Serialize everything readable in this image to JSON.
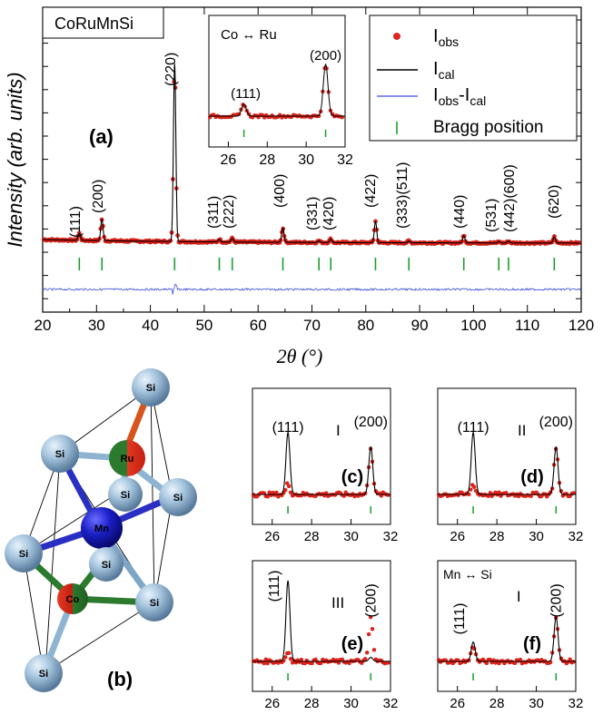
{
  "compound_label": "CoRuMnSi",
  "main_panel": {
    "panel_label": "(a)",
    "ylabel": "Intensity (arb. units)",
    "xlabel": "2θ (°)",
    "x_ticks": [
      "20",
      "30",
      "40",
      "50",
      "60",
      "70",
      "80",
      "90",
      "100",
      "110",
      "120"
    ],
    "legend": [
      {
        "name": "I_obs",
        "main": "I",
        "sub": "obs",
        "color": "#e8251b"
      },
      {
        "name": "I_cal",
        "main": "I",
        "sub": "cal",
        "color": "#000000"
      },
      {
        "name": "I_obs-I_cal",
        "main": "I",
        "sub": "obs",
        "mid": "-I",
        "sub2": "cal",
        "color": "#3b4fd8"
      },
      {
        "name": "Bragg position",
        "main": "Bragg position",
        "color": "#1a9e2a"
      }
    ]
  },
  "inset": {
    "title": "Co ↔ Ru",
    "x_ticks": [
      "26",
      "28",
      "30",
      "32"
    ]
  },
  "structure": {
    "panel_label": "(b)",
    "atoms": [
      "Si",
      "Si",
      "Ru",
      "Si",
      "Si",
      "Mn",
      "Si",
      "Si",
      "Co",
      "Si",
      "Si"
    ]
  },
  "small_panels": [
    {
      "id": "c",
      "label": "(c)",
      "roman": "I",
      "extra": ""
    },
    {
      "id": "d",
      "label": "(d)",
      "roman": "II",
      "extra": ""
    },
    {
      "id": "e",
      "label": "(e)",
      "roman": "III",
      "extra": ""
    },
    {
      "id": "f",
      "label": "(f)",
      "roman": "I",
      "extra": "Mn ↔ Si"
    }
  ],
  "small_x_ticks": [
    "26",
    "28",
    "30",
    "32"
  ],
  "chart_data": [
    {
      "type": "line",
      "panel": "(a)",
      "xlim": [
        20,
        120
      ],
      "peaks": [
        {
          "hkl": "(111)",
          "x": 26.8,
          "y": 0.04
        },
        {
          "hkl": "(200)",
          "x": 31.0,
          "y": 0.12
        },
        {
          "hkl": "(220)",
          "x": 44.5,
          "y": 1.0
        },
        {
          "hkl": "(311)",
          "x": 52.8,
          "y": 0.015
        },
        {
          "hkl": "(222)",
          "x": 55.2,
          "y": 0.02
        },
        {
          "hkl": "(400)",
          "x": 64.6,
          "y": 0.08
        },
        {
          "hkl": "(331)",
          "x": 71.3,
          "y": 0.01
        },
        {
          "hkl": "(420)",
          "x": 73.5,
          "y": 0.02
        },
        {
          "hkl": "(422)",
          "x": 81.8,
          "y": 0.12
        },
        {
          "hkl": "(333)(511)",
          "x": 88.0,
          "y": 0.01
        },
        {
          "hkl": "(440)",
          "x": 98.2,
          "y": 0.04
        },
        {
          "hkl": "(531)",
          "x": 104.7,
          "y": 0.008
        },
        {
          "hkl": "(442)(600)",
          "x": 106.5,
          "y": 0.01
        },
        {
          "hkl": "(620)",
          "x": 115.0,
          "y": 0.035
        }
      ],
      "bragg_positions": [
        26.8,
        31.0,
        44.5,
        52.8,
        55.2,
        64.6,
        71.3,
        73.5,
        81.8,
        88.0,
        98.2,
        104.7,
        106.5,
        115.0
      ],
      "series": [
        {
          "name": "I_obs"
        },
        {
          "name": "I_cal"
        },
        {
          "name": "I_obs-I_cal"
        },
        {
          "name": "Bragg position"
        }
      ]
    },
    {
      "type": "line",
      "panel": "inset",
      "xlim": [
        25,
        32
      ],
      "peaks": [
        {
          "hkl": "(111)",
          "x": 26.8,
          "y": 0.22
        },
        {
          "hkl": "(200)",
          "x": 31.0,
          "y": 0.95
        }
      ],
      "bragg_positions": [
        26.8,
        31.0
      ]
    },
    {
      "type": "line",
      "panel": "(c)",
      "xlim": [
        25,
        32
      ],
      "cal": [
        {
          "x": 26.8,
          "y": 0.72
        },
        {
          "x": 31.0,
          "y": 0.55
        }
      ],
      "obs": [
        {
          "x": 26.8,
          "y": 0.12
        },
        {
          "x": 31.0,
          "y": 0.55
        }
      ],
      "bragg_positions": [
        26.8,
        31.0
      ]
    },
    {
      "type": "line",
      "panel": "(d)",
      "xlim": [
        25,
        32
      ],
      "cal": [
        {
          "x": 26.8,
          "y": 0.72
        },
        {
          "x": 31.0,
          "y": 0.55
        }
      ],
      "obs": [
        {
          "x": 26.8,
          "y": 0.12
        },
        {
          "x": 31.0,
          "y": 0.55
        }
      ],
      "bragg_positions": [
        26.8,
        31.0
      ]
    },
    {
      "type": "line",
      "panel": "(e)",
      "xlim": [
        25,
        32
      ],
      "cal": [
        {
          "x": 26.8,
          "y": 1.0
        },
        {
          "x": 31.0,
          "y": 0.05
        }
      ],
      "obs": [
        {
          "x": 26.8,
          "y": 0.12
        },
        {
          "x": 31.0,
          "y": 0.55
        }
      ],
      "bragg_positions": [
        26.8,
        31.0
      ]
    },
    {
      "type": "line",
      "panel": "(f)",
      "xlim": [
        25,
        32
      ],
      "cal": [
        {
          "x": 26.8,
          "y": 0.24
        },
        {
          "x": 31.0,
          "y": 0.55
        }
      ],
      "obs": [
        {
          "x": 26.8,
          "y": 0.2
        },
        {
          "x": 31.0,
          "y": 0.55
        }
      ],
      "bragg_positions": [
        26.8,
        31.0
      ]
    }
  ]
}
